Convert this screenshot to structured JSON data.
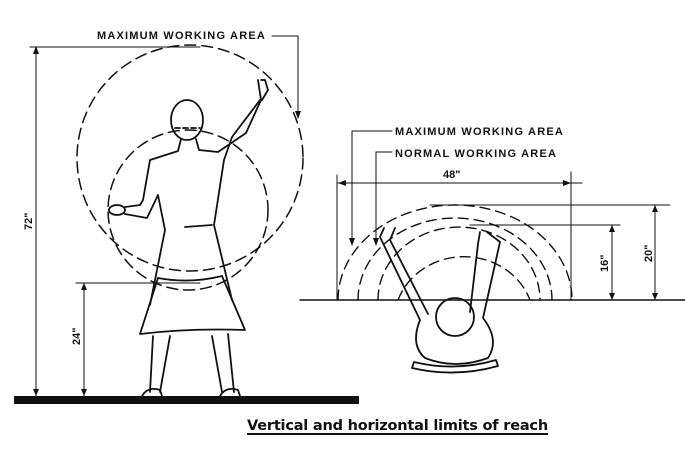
{
  "caption": "Vertical and horizontal limits of reach",
  "standing_view": {
    "label_max": "MAXIMUM WORKING AREA",
    "height_total": "72\"",
    "height_table": "24\""
  },
  "seated_view": {
    "label_max": "MAXIMUM WORKING AREA",
    "label_normal": "NORMAL WORKING AREA",
    "width_span": "48\"",
    "depth_normal": "16\"",
    "depth_max": "20\""
  },
  "colors": {
    "ink": "#111111",
    "background": "#ffffff"
  }
}
